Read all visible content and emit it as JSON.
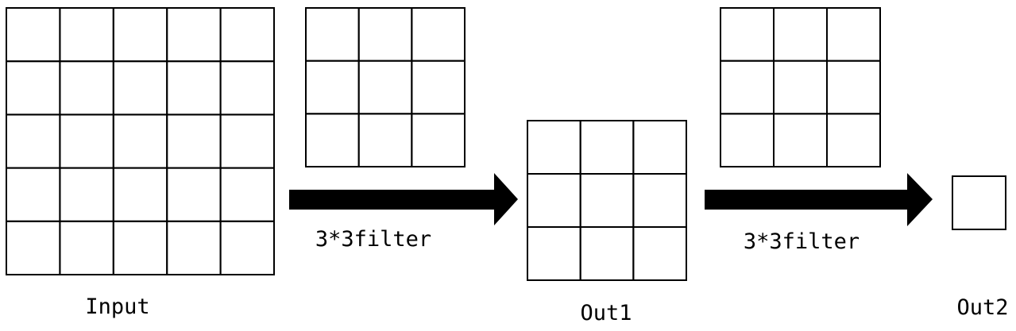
{
  "input": {
    "label": "Input",
    "rows": 5,
    "cols": 5
  },
  "filter_1": {
    "rows": 3,
    "cols": 3
  },
  "arrow_1": {
    "label": "3*3filter"
  },
  "out_1": {
    "label": "Out1",
    "rows": 3,
    "cols": 3
  },
  "filter_2": {
    "rows": 3,
    "cols": 3
  },
  "arrow_2": {
    "label": "3*3filter"
  },
  "out_2": {
    "label": "Out2",
    "rows": 1,
    "cols": 1
  },
  "colors": {
    "line": "#000000",
    "background": "#ffffff"
  }
}
